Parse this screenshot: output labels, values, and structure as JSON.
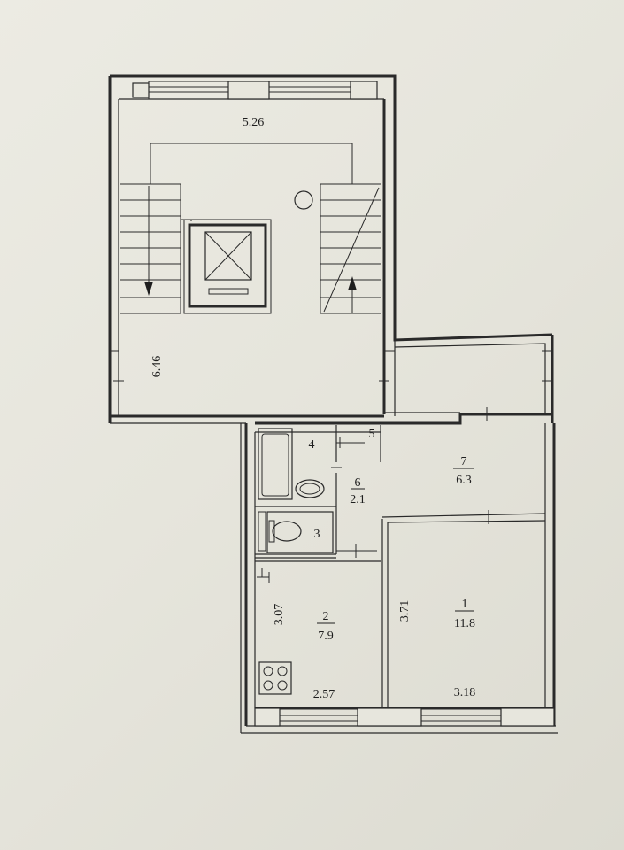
{
  "stairwell": {
    "width_label": "5.26",
    "depth_label": "6.46"
  },
  "rooms": {
    "room_1": {
      "number": "1",
      "area": "11.8",
      "length": "3.71",
      "width": "3.18"
    },
    "room_2": {
      "number": "2",
      "area": "7.9",
      "length": "3.07",
      "width": "2.57"
    },
    "room_3": {
      "number": "3"
    },
    "room_4": {
      "number": "4"
    },
    "room_5": {
      "number": "5"
    },
    "room_6": {
      "number": "6",
      "area": "2.1"
    },
    "room_7": {
      "number": "7",
      "area": "6.3"
    }
  }
}
